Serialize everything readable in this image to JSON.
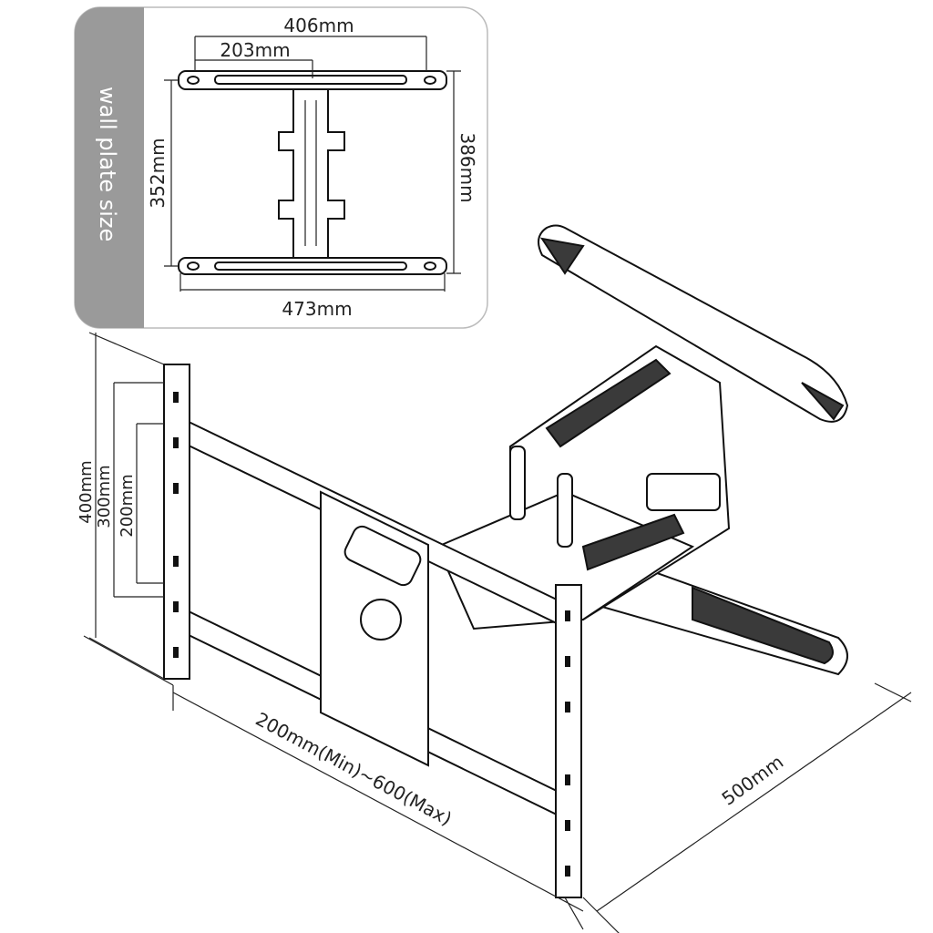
{
  "inset": {
    "title": "wall plate size",
    "dims": {
      "top_outer": "406mm",
      "top_inner": "203mm",
      "left": "352mm",
      "right": "386mm",
      "bottom": "473mm"
    }
  },
  "main": {
    "vertical_dims": [
      "400mm",
      "300mm",
      "200mm"
    ],
    "width_range": "200mm(Min)~600(Max)",
    "extension": "500mm"
  },
  "colors": {
    "inset_strip": "#9a9a9a",
    "line": "#222222"
  }
}
